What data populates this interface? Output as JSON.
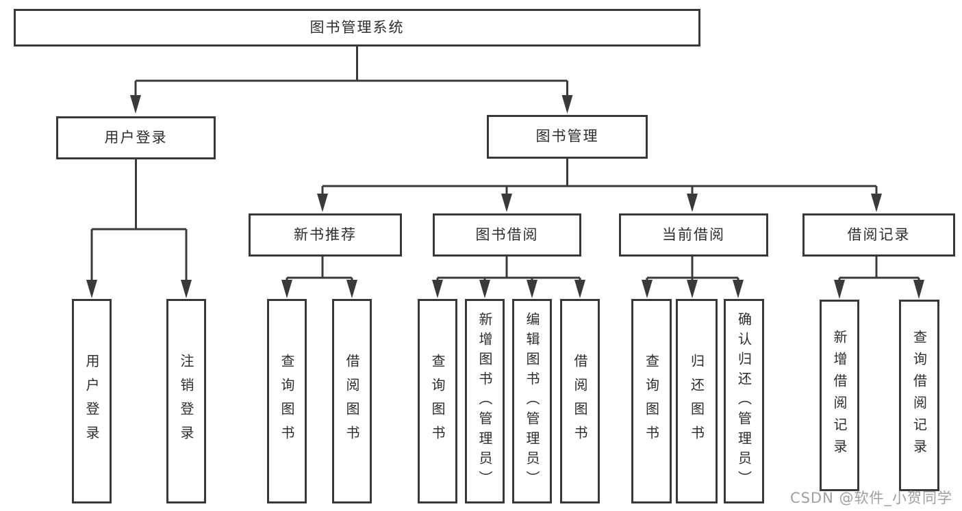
{
  "title_node": "图书管理系统",
  "level2": {
    "user_login": "用户登录",
    "book_management": "图书管理"
  },
  "level3": {
    "new_book_recommend": "新书推荐",
    "book_borrowing": "图书借阅",
    "current_borrowing": "当前借阅",
    "borrowing_records": "借阅记录"
  },
  "leaves": [
    {
      "label": "用户登录"
    },
    {
      "label": "注销登录"
    },
    {
      "label": "查询图书"
    },
    {
      "label": "借阅图书"
    },
    {
      "label": "查询图书"
    },
    {
      "label": "新增图书（管理员）"
    },
    {
      "label": "编辑图书（管理员）"
    },
    {
      "label": "借阅图书"
    },
    {
      "label": "查询图书"
    },
    {
      "label": "归还图书"
    },
    {
      "label": "确认归还（管理员）"
    },
    {
      "label": "新增借阅记录"
    },
    {
      "label": "查询借阅记录"
    }
  ],
  "watermark": "CSDN @软件_小贺同学",
  "colors": {
    "line": "#3a3a3a",
    "border": "#383838",
    "text": "#2d2d2d",
    "watermark": "#9f9f9f",
    "background": "#ffffff"
  }
}
